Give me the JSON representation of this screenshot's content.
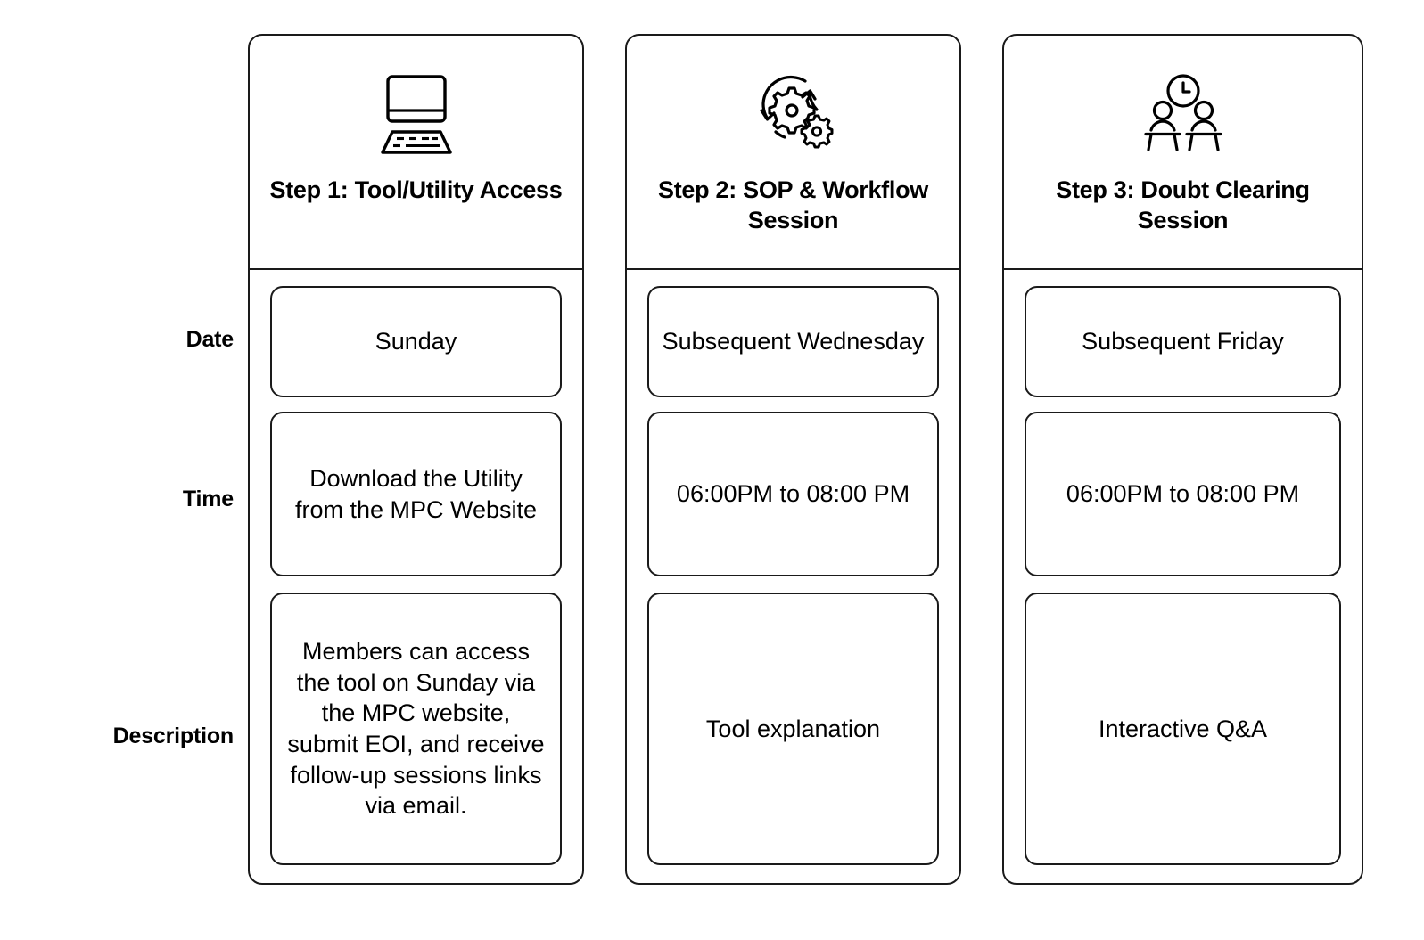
{
  "row_labels": [
    {
      "id": "date",
      "label": "Date"
    },
    {
      "id": "time",
      "label": "Time"
    },
    {
      "id": "description",
      "label": "Description"
    }
  ],
  "columns": [
    {
      "id": "step-1",
      "icon": "laptop-icon",
      "title": "Step 1: Tool/Utility Access",
      "date": "Sunday",
      "time": "Download the Utility from the MPC Website",
      "description": "Members can access the tool on Sunday via the MPC website, submit EOI, and receive follow-up sessions links via email."
    },
    {
      "id": "step-2",
      "icon": "gears-rotation-icon",
      "title": "Step 2: SOP & Workflow Session",
      "date": "Subsequent Wednesday",
      "time": "06:00PM to 08:00 PM",
      "description": "Tool explanation"
    },
    {
      "id": "step-3",
      "icon": "meeting-clock-icon",
      "title": "Step 3: Doubt Clearing Session",
      "date": "Subsequent Friday",
      "time": "06:00PM to 08:00 PM",
      "description": "Interactive Q&A"
    }
  ],
  "colors": {
    "stroke": "#1a1a1a",
    "background": "#ffffff",
    "text": "#000000"
  }
}
